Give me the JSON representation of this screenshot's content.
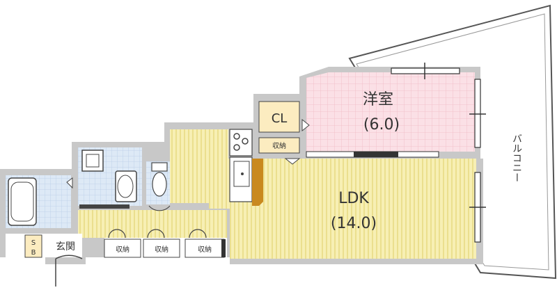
{
  "rooms": {
    "western_room": {
      "name": "洋室",
      "size": "(6.0)"
    },
    "ldk": {
      "name": "LDK",
      "size": "(14.0)"
    },
    "closet": {
      "name": "CL"
    },
    "balcony": {
      "name": "バルコニー"
    },
    "entrance": {
      "name": "玄関"
    },
    "shoe_box": {
      "top": "S",
      "bottom": "B"
    },
    "storage_labels": [
      "収納",
      "収納",
      "収納",
      "収納"
    ]
  },
  "colors": {
    "ldk_floor": "#f7efb4",
    "ldk_stripe": "#ebdf8e",
    "western_floor": "#fbe0e6",
    "western_grid": "#f0b9c4",
    "wet_floor": "#dde9f6",
    "wet_grid": "#b9cde6",
    "closet_floor": "#fcecc0",
    "wall": "#c8c8c8",
    "counter_accent": "#c9891f"
  }
}
